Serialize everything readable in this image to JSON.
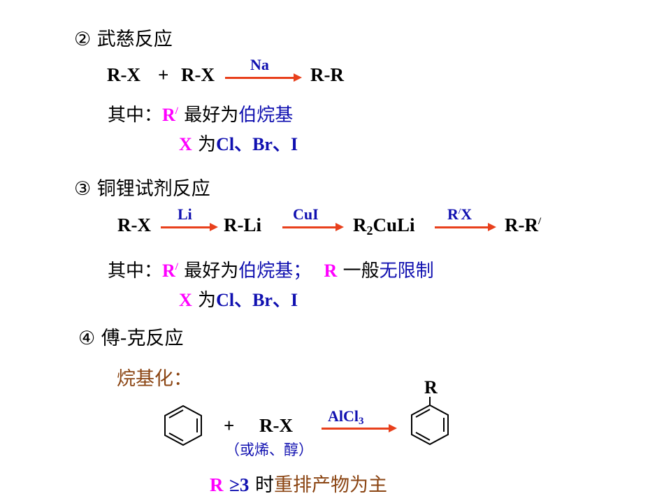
{
  "wurtz": {
    "heading": "② 武慈反应",
    "r1": "R-X",
    "plus": "+",
    "r2": "R-X",
    "reagent": "Na",
    "product": "R-R",
    "note1_prefix": "其中：",
    "note1_R": "R",
    "note1_prime": "/",
    "note1_black": "最好为",
    "note1_blue": "伯烷基",
    "note2_X": "X",
    "note2_black": "为",
    "note2_blue": "Cl、Br、I"
  },
  "cuprate": {
    "heading": "③ 铜锂试剂反应",
    "s1": "R-X",
    "a1": "Li",
    "s2": "R-Li",
    "a2": "CuI",
    "s3_R": "R",
    "s3_sub": "2",
    "s3_rest": "CuLi",
    "a3_R": "R",
    "a3_prime": "/",
    "a3_X": "X",
    "s4": "R-R",
    "s4_prime": "/",
    "note1_prefix": "其中：",
    "note1_R": "R",
    "note1_prime": "/",
    "note1_black": "最好为",
    "note1_blue": "伯烷基；",
    "note1_R2": "R",
    "note1_black2": "一般",
    "note1_blue2": "无限制",
    "note2_X": "X",
    "note2_black": "为",
    "note2_blue": "Cl、Br、I"
  },
  "friedel": {
    "heading": "④ 傅-克反应",
    "subheading": "烷基化：",
    "plus": "+",
    "reagent": "R-X",
    "reagent_note": "（或烯、醇）",
    "cat_main": "AlCl",
    "cat_sub": "3",
    "product_sub": "R",
    "footer_R": "R",
    "footer_ge": "≥3",
    "footer_black": "时",
    "footer_brown": "重排产物为主"
  },
  "colors": {
    "arrow": "#E8401C",
    "magenta": "#FF00FF",
    "blue": "#1010B0",
    "brown": "#8B4513"
  },
  "icons": [
    "benzene-ring-icon"
  ]
}
